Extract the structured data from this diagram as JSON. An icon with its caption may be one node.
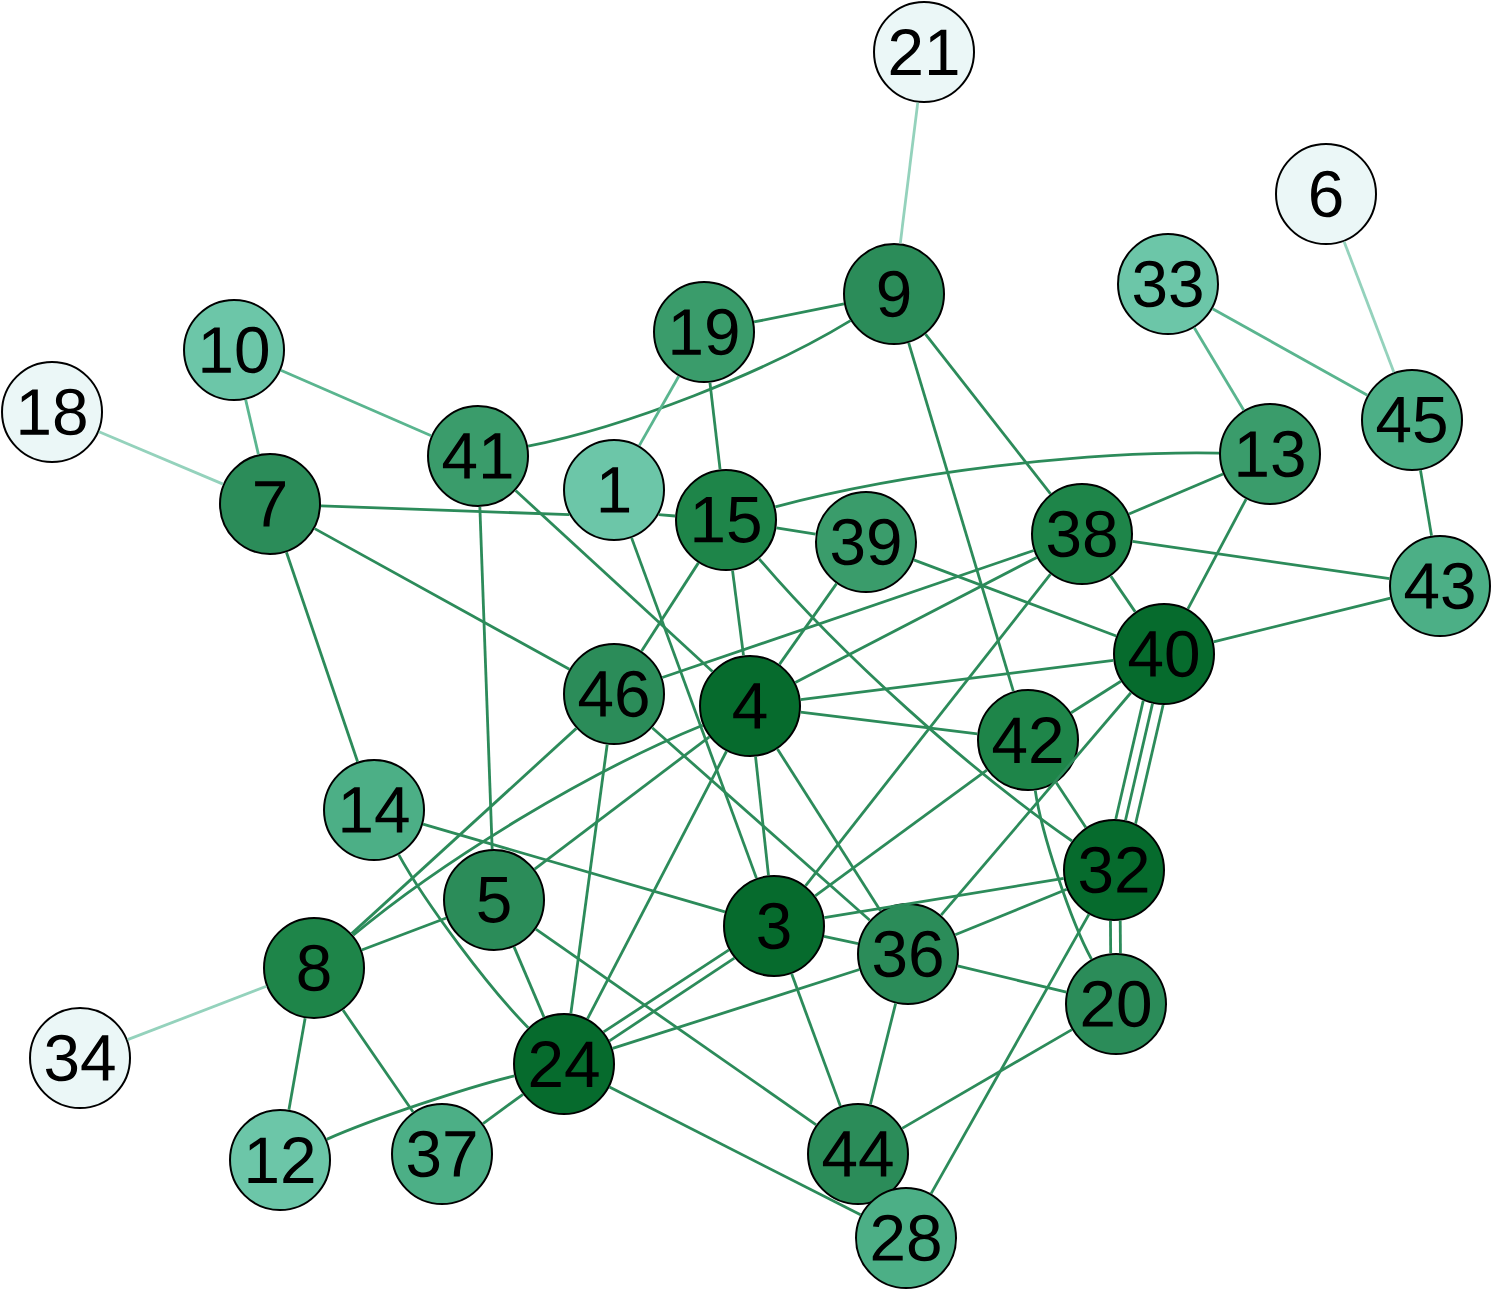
{
  "diagram": {
    "nodes": [
      {
        "text": [
          "21"
        ]
      },
      {
        "text": [
          "6"
        ]
      },
      {
        "text": [
          "33"
        ]
      },
      {
        "text": [
          "9"
        ]
      },
      {
        "text": [
          "19"
        ]
      },
      {
        "text": [
          "10"
        ]
      },
      {
        "text": [
          "18"
        ]
      },
      {
        "text": [
          "45"
        ]
      },
      {
        "text": [
          "41"
        ]
      },
      {
        "text": [
          "13"
        ]
      },
      {
        "text": [
          "1"
        ]
      },
      {
        "text": [
          "7"
        ]
      },
      {
        "text": [
          "15"
        ]
      },
      {
        "text": [
          "38"
        ]
      },
      {
        "text": [
          "39"
        ]
      },
      {
        "text": [
          "43"
        ]
      },
      {
        "text": [
          "40"
        ]
      },
      {
        "text": [
          "46"
        ]
      },
      {
        "text": [
          "4"
        ]
      },
      {
        "text": [
          "42"
        ]
      },
      {
        "text": [
          "14"
        ]
      },
      {
        "text": [
          "32"
        ]
      },
      {
        "text": [
          "5"
        ]
      },
      {
        "text": [
          "3"
        ]
      },
      {
        "text": [
          "36"
        ]
      },
      {
        "text": [
          "8"
        ]
      },
      {
        "text": [
          "20"
        ]
      },
      {
        "text": [
          "34"
        ]
      },
      {
        "text": [
          "24"
        ]
      },
      {
        "text": [
          "37"
        ]
      },
      {
        "text": [
          "44"
        ]
      },
      {
        "text": [
          "12"
        ]
      },
      {
        "text": [
          "28"
        ]
      }
    ],
    "edges": [
      {
        "from": 0,
        "to": 3,
        "arrow": "none",
        "color": "#94d2bc"
      },
      {
        "from": 1,
        "to": 7,
        "arrow": "none",
        "color": "#94d2bc"
      },
      {
        "from": 6,
        "to": 11,
        "arrow": "none",
        "color": "#94d2bc"
      },
      {
        "from": 27,
        "to": 25,
        "arrow": "none",
        "color": "#94d2bc"
      },
      {
        "from": 2,
        "to": 9,
        "arrow": "none",
        "color": "#5ab58f"
      },
      {
        "from": 2,
        "to": 7,
        "arrow": "none",
        "color": "#5ab58f"
      },
      {
        "from": 7,
        "to": 15,
        "arrow": "none"
      },
      {
        "from": 15,
        "to": 13,
        "arrow": "none"
      },
      {
        "from": 15,
        "to": 16,
        "arrow": "none"
      },
      {
        "from": 9,
        "to": 13,
        "arrow": "none"
      },
      {
        "from": 9,
        "to": 16,
        "arrow": "none"
      },
      {
        "from": 9,
        "to": 12,
        "arrow": "none"
      },
      {
        "from": 5,
        "to": 11,
        "arrow": "none",
        "color": "#5ab58f"
      },
      {
        "from": 5,
        "to": 8,
        "arrow": "none",
        "color": "#5ab58f"
      },
      {
        "from": 11,
        "to": 10,
        "arrow": "none"
      },
      {
        "from": 10,
        "to": 12,
        "arrow": "none"
      },
      {
        "from": 11,
        "to": 17,
        "arrow": "none"
      },
      {
        "from": 11,
        "to": 20,
        "arrow": "none"
      },
      {
        "from": 8,
        "to": 3,
        "arrow": "none"
      },
      {
        "from": 8,
        "to": 22,
        "arrow": "none"
      },
      {
        "from": 8,
        "to": 18,
        "arrow": "none"
      },
      {
        "from": 4,
        "to": 3,
        "arrow": "none"
      },
      {
        "from": 4,
        "to": 10,
        "arrow": "none",
        "color": "#5ab58f"
      },
      {
        "from": 4,
        "to": 12,
        "arrow": "none"
      },
      {
        "from": 12,
        "to": 18,
        "arrow": "none"
      },
      {
        "from": 12,
        "to": 14,
        "arrow": "none"
      },
      {
        "from": 12,
        "to": 17,
        "arrow": "none"
      },
      {
        "from": 12,
        "to": 21,
        "arrow": "none"
      },
      {
        "from": 3,
        "to": 13,
        "arrow": "none"
      },
      {
        "from": 3,
        "to": 19,
        "arrow": "none"
      },
      {
        "from": 14,
        "to": 16,
        "arrow": "none"
      },
      {
        "from": 14,
        "to": 18,
        "arrow": "none"
      },
      {
        "from": 13,
        "to": 16,
        "arrow": "none"
      },
      {
        "from": 13,
        "to": 23,
        "arrow": "none"
      },
      {
        "from": 13,
        "to": 17,
        "arrow": "none"
      },
      {
        "from": 25,
        "to": 18,
        "arrow": "none"
      },
      {
        "from": 18,
        "to": 13,
        "arrow": "none"
      },
      {
        "from": 10,
        "to": 23,
        "arrow": "none"
      },
      {
        "from": 17,
        "to": 25,
        "arrow": "none"
      },
      {
        "from": 17,
        "to": 28,
        "arrow": "none"
      },
      {
        "from": 17,
        "to": 24,
        "arrow": "none"
      },
      {
        "from": 18,
        "to": 19,
        "arrow": "none"
      },
      {
        "from": 18,
        "to": 16,
        "arrow": "none"
      },
      {
        "from": 18,
        "to": 23,
        "arrow": "none"
      },
      {
        "from": 18,
        "to": 24,
        "arrow": "none"
      },
      {
        "from": 18,
        "to": 28,
        "arrow": "none"
      },
      {
        "from": 22,
        "to": 18,
        "arrow": "none"
      },
      {
        "from": 20,
        "to": 23,
        "arrow": "none"
      },
      {
        "from": 20,
        "to": 28,
        "arrow": "none"
      },
      {
        "from": 22,
        "to": 25,
        "arrow": "none"
      },
      {
        "from": 22,
        "to": 28,
        "arrow": "none"
      },
      {
        "from": 22,
        "to": 30,
        "arrow": "none"
      },
      {
        "from": 25,
        "to": 31,
        "arrow": "none"
      },
      {
        "from": 25,
        "to": 29,
        "arrow": "none"
      },
      {
        "from": 31,
        "to": 28,
        "arrow": "none"
      },
      {
        "from": 29,
        "to": 28,
        "arrow": "none"
      },
      {
        "from": 28,
        "to": 23,
        "arrow": "none"
      },
      {
        "from": 28,
        "to": 23,
        "arrow": "none"
      },
      {
        "from": 28,
        "to": 24,
        "arrow": "none"
      },
      {
        "from": 28,
        "to": 32,
        "arrow": "none"
      },
      {
        "from": 23,
        "to": 24,
        "arrow": "none"
      },
      {
        "from": 23,
        "to": 21,
        "arrow": "none"
      },
      {
        "from": 23,
        "to": 19,
        "arrow": "none"
      },
      {
        "from": 23,
        "to": 30,
        "arrow": "none"
      },
      {
        "from": 24,
        "to": 21,
        "arrow": "none"
      },
      {
        "from": 24,
        "to": 26,
        "arrow": "none"
      },
      {
        "from": 24,
        "to": 16,
        "arrow": "none"
      },
      {
        "from": 24,
        "to": 30,
        "arrow": "none"
      },
      {
        "from": 19,
        "to": 16,
        "arrow": "none"
      },
      {
        "from": 19,
        "to": 21,
        "arrow": "none"
      },
      {
        "from": 19,
        "to": 26,
        "arrow": "none"
      },
      {
        "from": 21,
        "to": 26,
        "arrow": "none"
      },
      {
        "from": 21,
        "to": 26,
        "arrow": "none"
      },
      {
        "from": 16,
        "to": 21,
        "arrow": "none"
      },
      {
        "from": 16,
        "to": 21,
        "arrow": "none"
      },
      {
        "from": 16,
        "to": 21,
        "arrow": "none"
      },
      {
        "from": 21,
        "to": 32,
        "arrow": "none"
      },
      {
        "from": 30,
        "to": 26,
        "arrow": "none"
      }
    ]
  }
}
